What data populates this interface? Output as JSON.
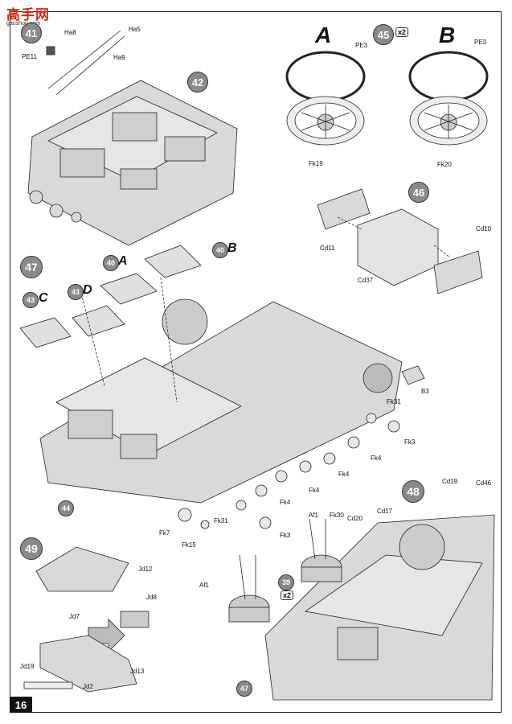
{
  "logo": {
    "title": "高手网",
    "url": "gaoshou.com"
  },
  "page_number": "16",
  "steps": {
    "s41": "41",
    "s42": "42",
    "s45": "45",
    "s46": "46",
    "s47": "47",
    "s48": "48",
    "s49": "49",
    "s39": "39",
    "s40a": "40",
    "s40b": "40",
    "s43": "43",
    "s43d": "43",
    "s44": "44",
    "s47b": "47"
  },
  "sub_letters": {
    "A": "A",
    "B": "B",
    "C": "C",
    "D": "D"
  },
  "multipliers": {
    "x2_top": "x2",
    "x2_bottom": "x2"
  },
  "parts": {
    "ha8": "Ha8",
    "ha5": "Ha5",
    "ha9": "Ha9",
    "pe11": "PE11",
    "pe3a": "PE3",
    "pe3b": "PE3",
    "fk19": "Fk19",
    "fk20": "Fk20",
    "cd11": "Cd11",
    "cd37": "Cd37",
    "cd10": "Cd10",
    "b3": "B3",
    "fk31a": "Fk31",
    "fk3a": "Fk3",
    "fk4a": "Fk4",
    "fk4b": "Fk4",
    "fk4c": "Fk4",
    "fk4d": "Fk4",
    "fk31b": "Fk31",
    "fk3b": "Fk3",
    "fk7": "Fk7",
    "fk15": "Fk15",
    "jd12": "Jd12",
    "jd7": "Jd7",
    "jd8": "Jd8",
    "jd19": "Jd19",
    "jd2": "Jd2",
    "jd13": "Jd13",
    "af1a": "Af1",
    "af1b": "Af1",
    "fk30": "Fk30",
    "cd20": "Cd20",
    "cd17": "Cd17",
    "cd19": "Cd19",
    "cd46": "Cd46"
  },
  "colors": {
    "hull": "#d9d9d9",
    "hull_dark": "#9e9e9e",
    "line": "#222222",
    "step_fill": "#8a8a8a",
    "logo": "#d62a1a"
  }
}
